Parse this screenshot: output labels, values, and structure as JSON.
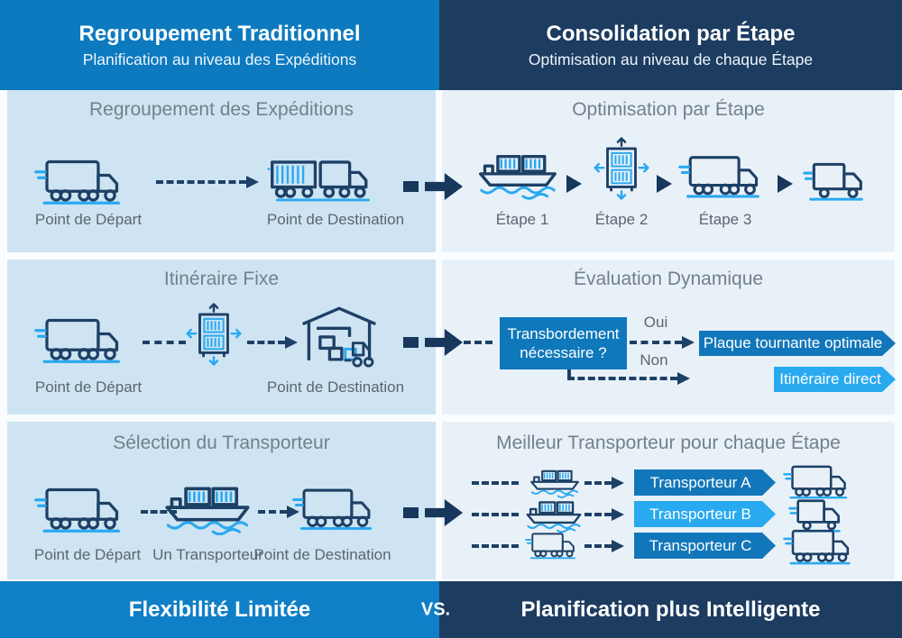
{
  "colors": {
    "page_bg": "#fafdff",
    "header_left_bg": "#0d7ac0",
    "header_right_bg": "#1c3c60",
    "footer_left_bg": "#0f7fc7",
    "footer_right_bg": "#1c3c60",
    "panel_left_bg": "#cfe4f2",
    "panel_right_bg": "#e9f1f8",
    "navy": "#1d4066",
    "arrow": "#17375c",
    "accent": "#2aa9f0",
    "banner_dark": "#1277ba",
    "banner_light": "#29aaf0",
    "decision_bg": "#0e78bb",
    "title_gray": "#72808c",
    "label_gray": "#5a6670"
  },
  "header": {
    "left": {
      "title": "Regroupement Traditionnel",
      "subtitle": "Planification au niveau des Expéditions"
    },
    "right": {
      "title": "Consolidation par Étape",
      "subtitle": "Optimisation au niveau de chaque Étape"
    }
  },
  "rows": [
    {
      "left": {
        "title": "Regroupement des Expéditions",
        "labels": {
          "start": "Point de Départ",
          "end": "Point de Destination"
        }
      },
      "right": {
        "title": "Optimisation par Étape",
        "steps": [
          "Étape 1",
          "Étape 2",
          "Étape 3"
        ]
      }
    },
    {
      "left": {
        "title": "Itinéraire Fixe",
        "labels": {
          "start": "Point de Départ",
          "end": "Point de Destination"
        }
      },
      "right": {
        "title": "Évaluation Dynamique",
        "decision": "Transbordement nécessaire ?",
        "yes_label": "Oui",
        "no_label": "Non",
        "yes_result": "Plaque tournante optimale",
        "no_result": "Itinéraire direct"
      }
    },
    {
      "left": {
        "title": "Sélection du Transporteur",
        "labels": {
          "start": "Point de Départ",
          "mid": "Un Transporteur",
          "end": "Point de Destination"
        }
      },
      "right": {
        "title": "Meilleur Transporteur pour chaque Étape",
        "carriers": [
          "Transporteur A",
          "Transporteur B",
          "Transporteur C"
        ]
      }
    }
  ],
  "footer": {
    "left": "Flexibilité Limitée",
    "vs": "VS.",
    "right": "Planification plus Intelligente"
  }
}
